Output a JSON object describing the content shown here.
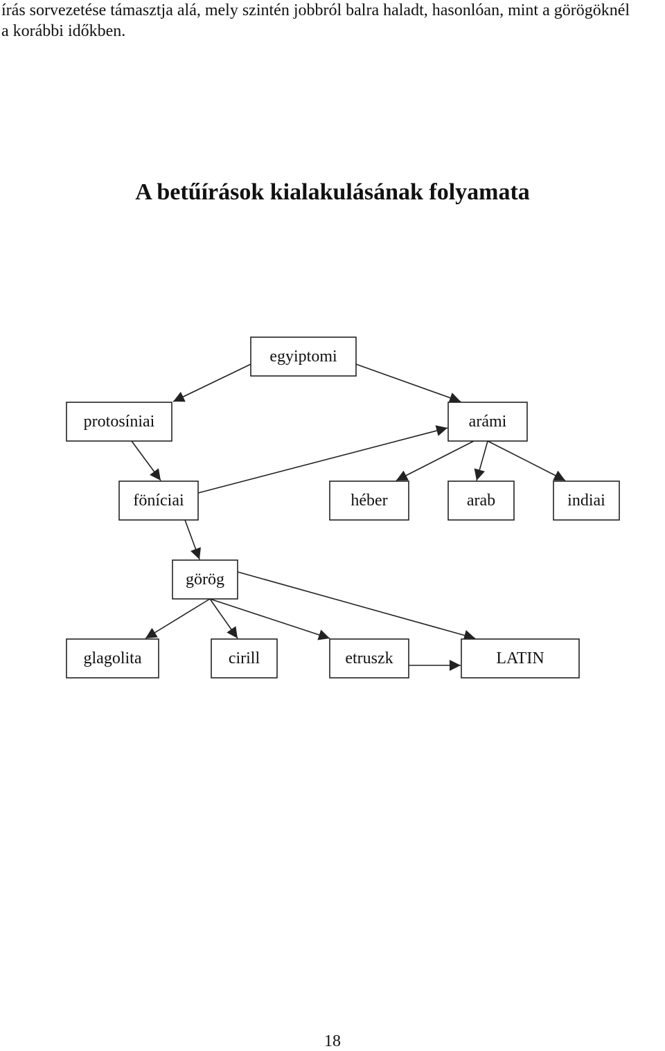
{
  "document": {
    "intro_lines": [
      "írás sorvezetése támasztja alá, mely szintén jobbról balra haladt, hasonlóan, mint a görögöknél",
      "a korábbi időkben."
    ],
    "page_number": "18"
  },
  "diagram": {
    "title": "A betűírások kialakulásának folyamata",
    "nodes": [
      {
        "id": "egyiptomi",
        "label": "egyiptomi"
      },
      {
        "id": "protosiniai",
        "label": "protosíniai"
      },
      {
        "id": "arami",
        "label": "arámi"
      },
      {
        "id": "foniciai",
        "label": "föníciai"
      },
      {
        "id": "heber",
        "label": "héber"
      },
      {
        "id": "arab",
        "label": "arab"
      },
      {
        "id": "indiai",
        "label": "indiai"
      },
      {
        "id": "gorog",
        "label": "görög"
      },
      {
        "id": "glagolita",
        "label": "glagolita"
      },
      {
        "id": "cirill",
        "label": "cirill"
      },
      {
        "id": "etruszk",
        "label": "etruszk"
      },
      {
        "id": "latin",
        "label": "LATIN"
      }
    ],
    "edges": [
      {
        "from": "egyiptomi",
        "to": "protosiniai"
      },
      {
        "from": "egyiptomi",
        "to": "arami"
      },
      {
        "from": "protosiniai",
        "to": "foniciai"
      },
      {
        "from": "foniciai",
        "to": "arami"
      },
      {
        "from": "arami",
        "to": "heber"
      },
      {
        "from": "arami",
        "to": "arab"
      },
      {
        "from": "arami",
        "to": "indiai"
      },
      {
        "from": "foniciai",
        "to": "gorog"
      },
      {
        "from": "gorog",
        "to": "glagolita"
      },
      {
        "from": "gorog",
        "to": "cirill"
      },
      {
        "from": "gorog",
        "to": "etruszk"
      },
      {
        "from": "gorog",
        "to": "latin"
      },
      {
        "from": "etruszk",
        "to": "latin"
      }
    ]
  }
}
